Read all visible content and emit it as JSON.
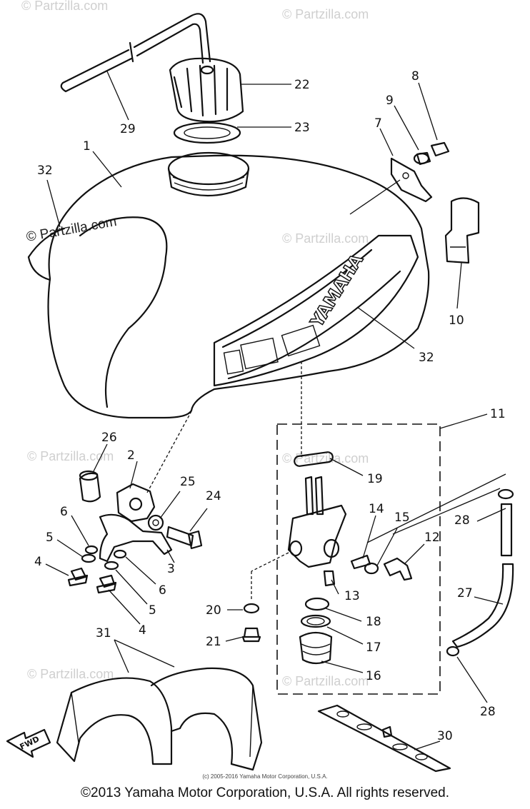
{
  "watermark": "© Partzilla.com",
  "small_copyright": "(c) 2005-2016 Yamaha Motor Corporation, U.S.A.",
  "copyright": "©2013 Yamaha Motor Corporation, U.S.A. All rights reserved.",
  "tank_brand": "YAMAHA",
  "fwd_label": "FWD",
  "callouts": {
    "c1": "1",
    "c2": "2",
    "c4a": "4",
    "c4b": "4",
    "c5a": "5",
    "c5b": "5",
    "c6a": "6",
    "c6b": "6",
    "c3": "3",
    "c7": "7",
    "c8": "8",
    "c9": "9",
    "c10": "10",
    "c11": "11",
    "c12": "12",
    "c13": "13",
    "c14": "14",
    "c15": "15",
    "c16": "16",
    "c17": "17",
    "c18": "18",
    "c19": "19",
    "c20": "20",
    "c21": "21",
    "c22": "22",
    "c23": "23",
    "c24": "24",
    "c25": "25",
    "c26": "26",
    "c27": "27",
    "c28a": "28",
    "c28b": "28",
    "c29": "29",
    "c30": "30",
    "c31": "31",
    "c32a": "32",
    "c32b": "32"
  }
}
